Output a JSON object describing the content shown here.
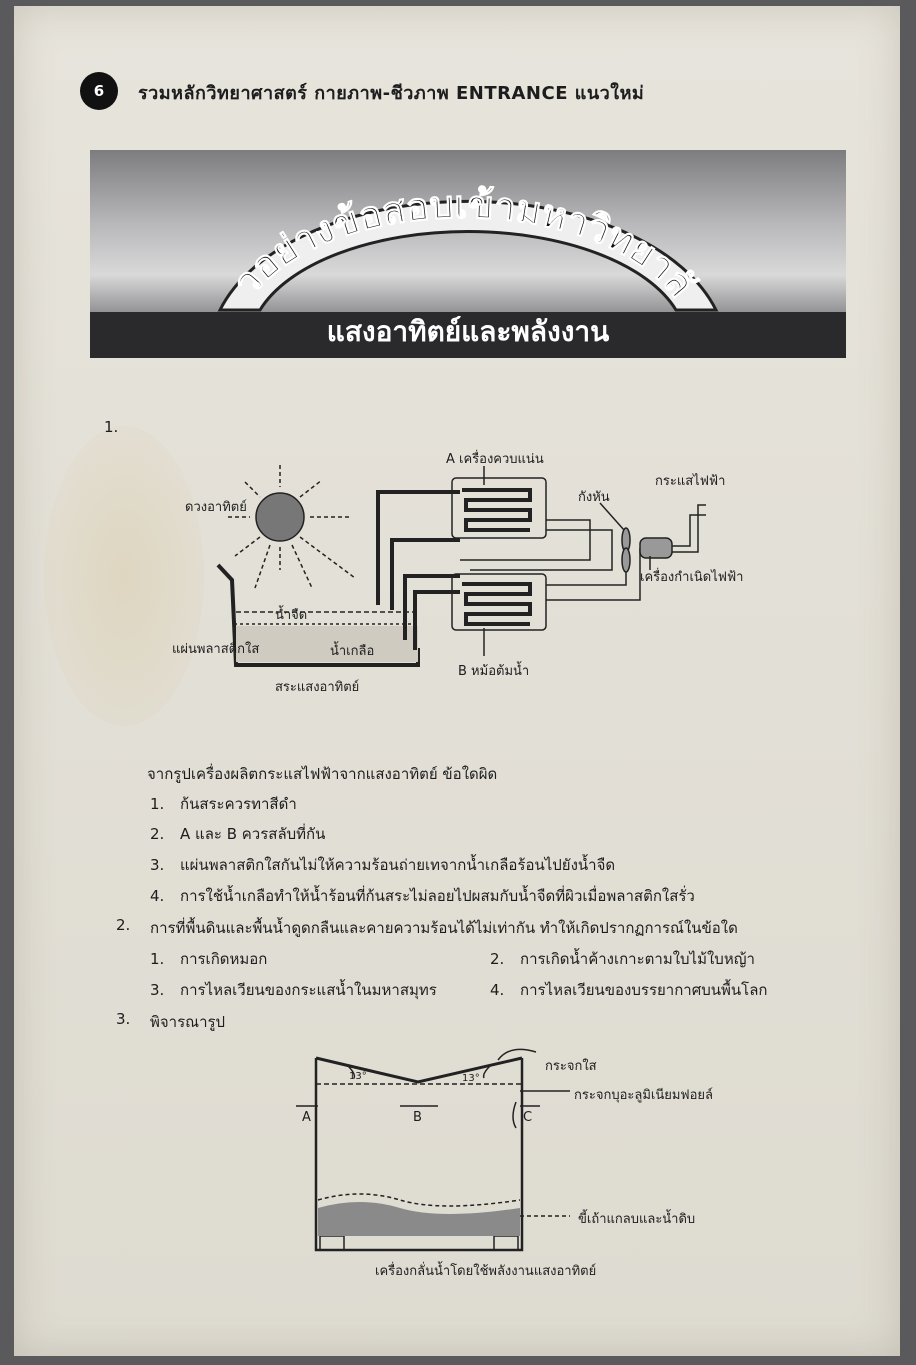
{
  "header": {
    "page_number": "6",
    "title": "รวมหลักวิทยาศาสตร์ กายภาพ-ชีวภาพ ENTRANCE แนวใหม่"
  },
  "banner": {
    "arc_title": "ตัวอย่างข้อสอบเข้ามหาวิทยาลัย",
    "subtitle": "แสงอาทิตย์และพลังงาน"
  },
  "q1": {
    "number": "1.",
    "diagram_labels": {
      "sun": "ดวงอาทิตย์",
      "condenser": "A เครื่องควบแน่น",
      "turbine": "กังหัน",
      "current": "กระแสไฟฟ้า",
      "generator": "เครื่องกำเนิดไฟฟ้า",
      "fresh_water": "น้ำจืด",
      "plastic": "แผ่นพลาสติกใส",
      "brine": "น้ำเกลือ",
      "boiler": "B หม้อต้มน้ำ",
      "pond": "สระแสงอาทิตย์"
    },
    "question": "จากรูปเครื่องผลิตกระแสไฟฟ้าจากแสงอาทิตย์ ข้อใดผิด",
    "options": [
      {
        "n": "1.",
        "text": "ก้นสระควรทาสีดำ"
      },
      {
        "n": "2.",
        "text": "A และ B ควรสลับที่กัน"
      },
      {
        "n": "3.",
        "text": "แผ่นพลาสติกใสกันไม่ให้ความร้อนถ่ายเทจากน้ำเกลือร้อนไปยังน้ำจืด"
      },
      {
        "n": "4.",
        "text": "การใช้น้ำเกลือทำให้น้ำร้อนที่ก้นสระไม่ลอยไปผสมกับน้ำจืดที่ผิวเมื่อพลาสติกใสรั่ว"
      }
    ]
  },
  "q2": {
    "number": "2.",
    "question": "การที่พื้นดินและพื้นน้ำดูดกลืนและคายความร้อนได้ไม่เท่ากัน ทำให้เกิดปรากฏการณ์ในข้อใด",
    "options": [
      {
        "n": "1.",
        "text": "การเกิดหมอก"
      },
      {
        "n": "2.",
        "text": "การเกิดน้ำค้างเกาะตามใบไม้ใบหญ้า"
      },
      {
        "n": "3.",
        "text": "การไหลเวียนของกระแสน้ำในมหาสมุทร"
      },
      {
        "n": "4.",
        "text": "การไหลเวียนของบรรยากาศบนพื้นโลก"
      }
    ]
  },
  "q3": {
    "number": "3.",
    "question": "พิจารณารูป",
    "diagram_labels": {
      "clear_glass": "กระจกใส",
      "foil_glass": "กระจกบุอะลูมิเนียมฟอยล์",
      "sludge": "ขี้เถ้าแกลบและน้ำดิบ",
      "a": "A",
      "b": "B",
      "c": "C",
      "angle_left": "13°",
      "angle_right": "13°"
    },
    "caption": "เครื่องกลั่นน้ำโดยใช้พลังงานแสงอาทิตย์"
  }
}
